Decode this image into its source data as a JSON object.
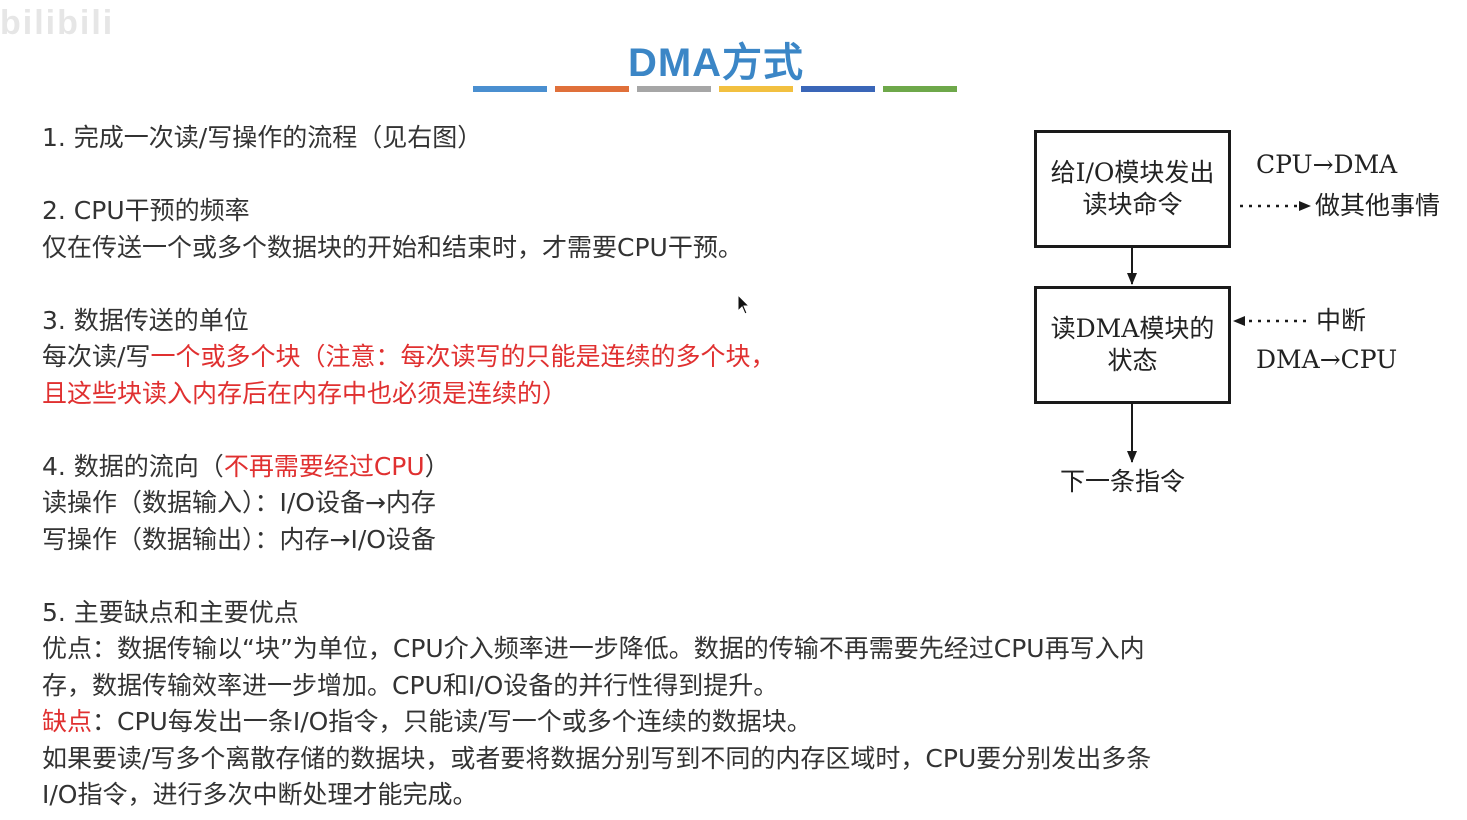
{
  "watermark": "bilibili",
  "title": "DMA方式",
  "accent_colors": [
    "#4a8fd0",
    "#e0703a",
    "#a6a6a6",
    "#f2c040",
    "#3a66b8",
    "#6ea84a"
  ],
  "sections": {
    "s1": {
      "heading": "1. 完成一次读/写操作的流程（见右图）"
    },
    "s2": {
      "heading": "2. CPU干预的频率",
      "body": "仅在传送一个或多个数据块的开始和结束时，才需要CPU干预。"
    },
    "s3": {
      "heading": "3. 数据传送的单位",
      "line1_prefix": "每次读/写",
      "line1_red": "一个或多个块（注意：每次读写的只能是连续的多个块，",
      "line2_red": "且这些块读入内存后在内存中也必须是连续的）"
    },
    "s4": {
      "heading_prefix": "4. 数据的流向（",
      "heading_red": "不再需要经过CPU",
      "heading_suffix": "）",
      "read": "读操作（数据输入）：I/O设备→内存",
      "write": "写操作（数据输出）：内存→I/O设备"
    },
    "s5": {
      "heading": "5. 主要缺点和主要优点",
      "adv1": "优点：数据传输以“块”为单位，CPU介入频率进一步降低。数据的传输不再需要先经过CPU再写入内",
      "adv2": "存，数据传输效率进一步增加。CPU和I/O设备的并行性得到提升。",
      "dis_label": "缺点",
      "dis_text": "：CPU每发出一条I/O指令，只能读/写一个或多个连续的数据块。",
      "more1": "如果要读/写多个离散存储的数据块，或者要将数据分别写到不同的内存区域时，CPU要分别发出多条",
      "more2": "I/O指令，进行多次中断处理才能完成。"
    }
  },
  "diagram": {
    "box1_line1": "给I/O模块发出",
    "box1_line2": "读块命令",
    "box2_line1": "读DMA模块的",
    "box2_line2": "状态",
    "label_cpu_dma": "CPU→DMA",
    "label_do_other": "做其他事情",
    "label_interrupt": "中断",
    "label_dma_cpu": "DMA→CPU",
    "label_next": "下一条指令"
  }
}
